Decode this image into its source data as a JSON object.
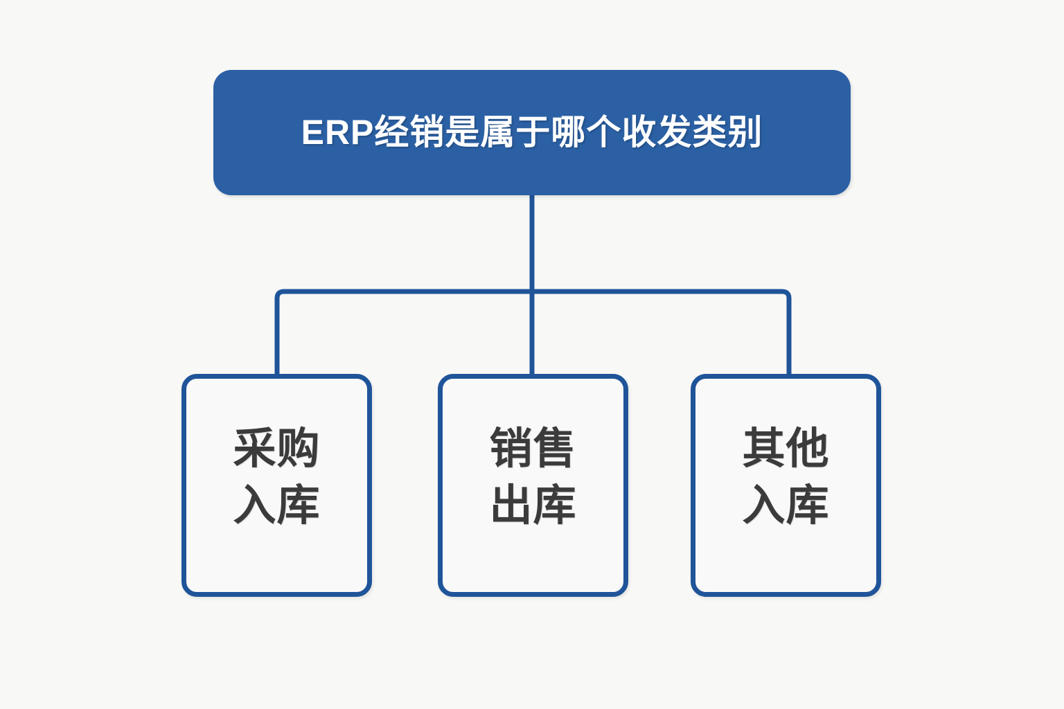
{
  "diagram": {
    "type": "org-tree",
    "background_color": "#f8f8f6",
    "accent_color": "#2b60a4",
    "line_color": "#1f5499",
    "root": {
      "label": "ERP经销是属于哪个收发类别",
      "text_color": "#ffffff",
      "fill_color": "#2b60a4"
    },
    "children": [
      {
        "label": "采购\n入库",
        "text_color": "#3b3b3b",
        "fill_color": "#faf9f9",
        "border_color": "#1f5499"
      },
      {
        "label": "销售\n出库",
        "text_color": "#3b3b3b",
        "fill_color": "#faf9f9",
        "border_color": "#1f5499"
      },
      {
        "label": "其他\n入库",
        "text_color": "#3b3b3b",
        "fill_color": "#faf9f9",
        "border_color": "#1f5499"
      }
    ]
  }
}
